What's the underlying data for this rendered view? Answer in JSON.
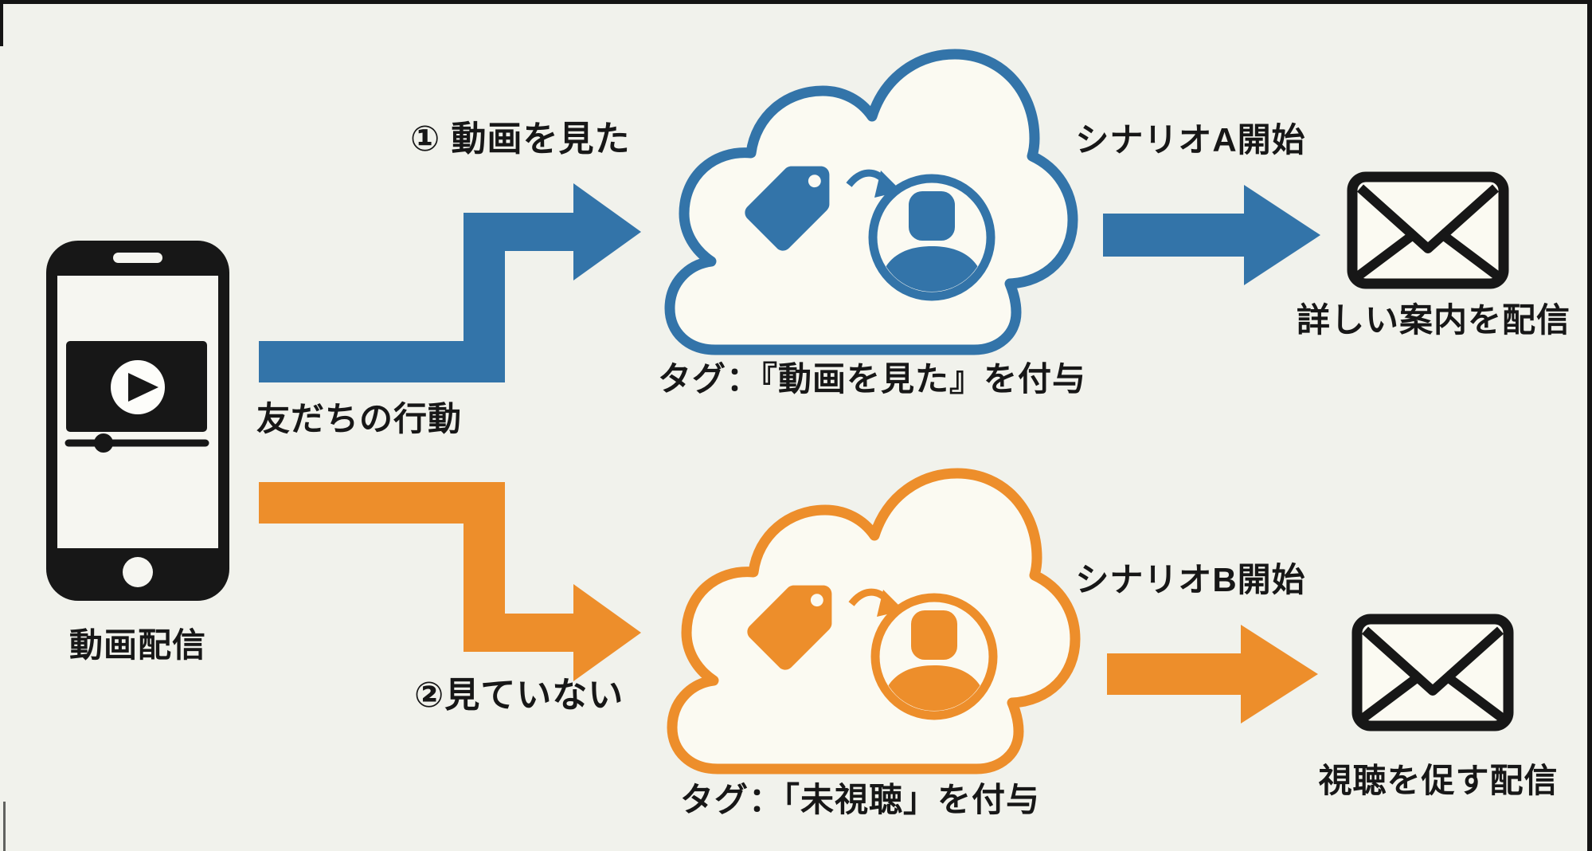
{
  "canvas": {
    "bg": "#f1f2ec",
    "ink": "#171717",
    "cloud_fill": "#fbfaf2"
  },
  "flow": {
    "source_label": "動画配信",
    "friend_action_label": "友だちの行動",
    "branch_a": {
      "color": "#3374a9",
      "trigger_label": "① 動画を見た",
      "tag_label": "タグ：『動画を見た』を付与",
      "scenario_label": "シナリオA開始",
      "delivery_label": "詳しい案内を配信"
    },
    "branch_b": {
      "color": "#ed8e2b",
      "trigger_label": "②見ていない",
      "tag_label": "タグ：「未視聴」を付与",
      "scenario_label": "シナリオB開始",
      "delivery_label": "視聴を促す配信"
    }
  },
  "icons": [
    "smartphone-video-icon",
    "play-icon",
    "elbow-arrow-icon",
    "cloud-icon",
    "tag-icon",
    "curved-arrow-icon",
    "user-icon",
    "straight-arrow-icon",
    "envelope-icon"
  ]
}
